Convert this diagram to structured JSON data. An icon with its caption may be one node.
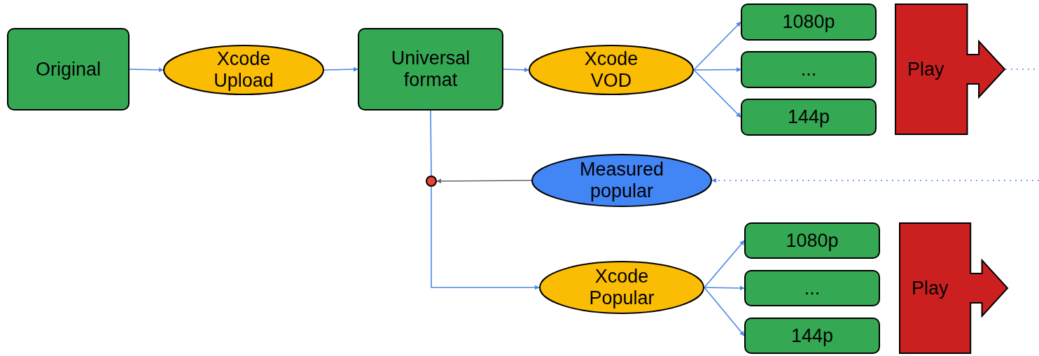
{
  "diagram": {
    "nodes": [
      {
        "text": [
          "Original"
        ]
      },
      {
        "text": [
          "Xcode Upload"
        ]
      },
      {
        "text": [
          "Universal format"
        ]
      },
      {
        "text": [
          "Xcode VOD"
        ]
      },
      {
        "text": [
          "1080p"
        ]
      },
      {
        "text": [
          "..."
        ]
      },
      {
        "text": [
          "144p"
        ]
      },
      {
        "text": [
          "Play"
        ]
      },
      {
        "text": [
          "Measured popular"
        ]
      },
      {
        "text": [],
        "shape": "circle"
      },
      {
        "text": [
          "Xcode Popular"
        ]
      },
      {
        "text": [
          "1080p"
        ]
      },
      {
        "text": [
          "..."
        ]
      },
      {
        "text": [
          "144p"
        ]
      },
      {
        "text": [
          "Play"
        ]
      }
    ],
    "edges": [
      {
        "from": 0,
        "to": 1,
        "arrow": "to"
      },
      {
        "from": 1,
        "to": 2,
        "arrow": "to"
      },
      {
        "from": 2,
        "to": 3,
        "arrow": "to"
      },
      {
        "from": 3,
        "to": 4,
        "arrow": "to"
      },
      {
        "from": 3,
        "to": 5,
        "arrow": "to"
      },
      {
        "from": 3,
        "to": 6,
        "arrow": "to"
      },
      {
        "from": 2,
        "to": 9,
        "arrow": "none"
      },
      {
        "from": 9,
        "to": 10,
        "arrow": "to"
      },
      {
        "from": 8,
        "to": 9,
        "arrow": "to",
        "color": "#666666"
      },
      {
        "from": 10,
        "to": 11,
        "arrow": "to"
      },
      {
        "from": 10,
        "to": 12,
        "arrow": "to"
      },
      {
        "from": 10,
        "to": 13,
        "arrow": "to"
      },
      {
        "from": 7,
        "to": null,
        "arrow": "none",
        "style": "dashed"
      },
      {
        "from": null,
        "to": 8,
        "arrow": "to",
        "style": "dashed"
      }
    ]
  }
}
